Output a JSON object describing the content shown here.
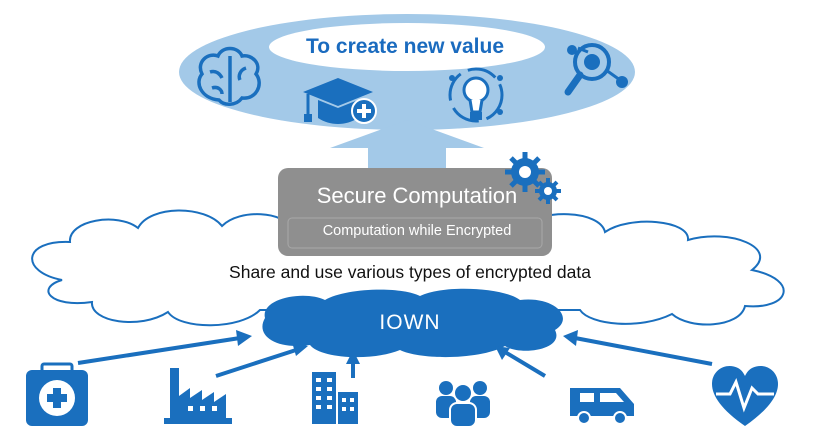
{
  "top": {
    "title": "To create new value"
  },
  "secure_computation": {
    "title": "Secure Computation",
    "subtitle": "Computation while Encrypted"
  },
  "cloud": {
    "label": "Share and use various types of encrypted data"
  },
  "network": {
    "label": "IOWN"
  },
  "icons": {
    "top": [
      "brain-icon",
      "graduation-cap-icon",
      "lightbulb-icon",
      "analytics-magnifier-icon"
    ],
    "gears": "gears-icon",
    "bottom": [
      "medical-kit-icon",
      "factory-icon",
      "buildings-icon",
      "people-icon",
      "van-icon",
      "heart-pulse-icon"
    ]
  },
  "colors": {
    "primary_blue": "#1a6fbe",
    "light_blue": "#a9cce9",
    "pale_ellipse": "#9fc6e6",
    "gray_box": "#8f8f8f"
  }
}
